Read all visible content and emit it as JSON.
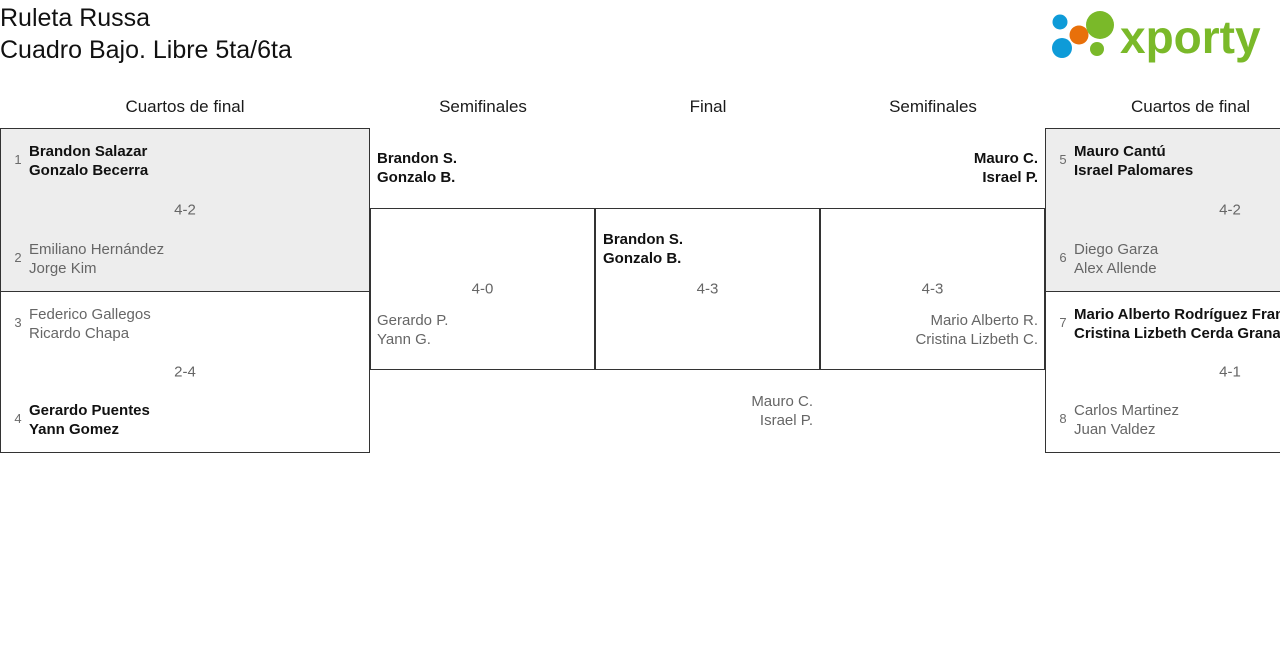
{
  "header": {
    "title_line1": "Ruleta Russa",
    "title_line2": "Cuadro Bajo. Libre 5ta/6ta",
    "logo_text": "xporty",
    "logo_colors": {
      "green": "#7AB929",
      "blue": "#0E9BD8",
      "orange": "#E8700A"
    }
  },
  "rounds": {
    "left_qf": "Cuartos de final",
    "left_sf": "Semifinales",
    "final": "Final",
    "right_sf": "Semifinales",
    "right_qf": "Cuartos de final"
  },
  "left_quarterfinals": [
    {
      "score": "4-2",
      "highlighted": true,
      "top": {
        "seed": "1",
        "line1": "Brandon Salazar",
        "line2": "Gonzalo Becerra",
        "winner": true
      },
      "bottom": {
        "seed": "2",
        "line1": "Emiliano Hernández",
        "line2": "Jorge Kim",
        "winner": false
      }
    },
    {
      "score": "2-4",
      "highlighted": false,
      "top": {
        "seed": "3",
        "line1": "Federico Gallegos",
        "line2": "Ricardo Chapa",
        "winner": false
      },
      "bottom": {
        "seed": "4",
        "line1": "Gerardo Puentes",
        "line2": "Yann Gomez",
        "winner": true
      }
    }
  ],
  "right_quarterfinals": [
    {
      "score": "4-2",
      "highlighted": true,
      "top": {
        "seed": "5",
        "line1": "Mauro Cantú",
        "line2": "Israel Palomares",
        "winner": true
      },
      "bottom": {
        "seed": "6",
        "line1": "Diego Garza",
        "line2": "Alex Allende",
        "winner": false
      }
    },
    {
      "score": "4-1",
      "highlighted": false,
      "top": {
        "seed": "7",
        "line1": "Mario Alberto Rodríguez Franco",
        "line2": "Cristina Lizbeth Cerda Granados",
        "winner": true
      },
      "bottom": {
        "seed": "8",
        "line1": "Carlos Martinez",
        "line2": "Juan Valdez",
        "winner": false
      }
    }
  ],
  "left_semifinal": {
    "score": "4-0",
    "top": {
      "line1": "Brandon S.",
      "line2": "Gonzalo B.",
      "winner": true
    },
    "bottom": {
      "line1": "Gerardo P.",
      "line2": "Yann G.",
      "winner": false
    }
  },
  "right_semifinal": {
    "score": "4-3",
    "top": {
      "line1": "Mauro C.",
      "line2": "Israel P.",
      "winner": true
    },
    "bottom": {
      "line1": "Mario Alberto R.",
      "line2": "Cristina Lizbeth C.",
      "winner": false
    }
  },
  "final": {
    "score": "4-3",
    "top": {
      "line1": "Brandon S.",
      "line2": "Gonzalo B.",
      "winner": true
    },
    "bottom": {
      "line1": "Mauro C.",
      "line2": "Israel P.",
      "winner": false
    }
  }
}
